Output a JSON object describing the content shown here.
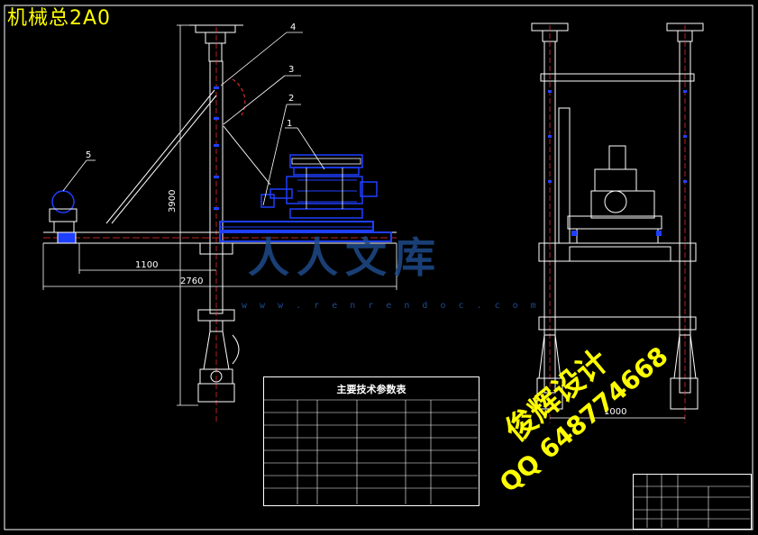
{
  "drawing_title": "机械总2A0",
  "balloons": [
    "1",
    "2",
    "3",
    "4",
    "5"
  ],
  "dimensions": {
    "height": "3900",
    "span_1100": "1100",
    "span_2760": "2760",
    "width_right": "1000"
  },
  "watermark": {
    "brand": "人人文库",
    "url": "w w w . r e n r e n d o c . c o m",
    "line1": "俊辉设计",
    "line2": "QQ 648774668"
  },
  "param_table": {
    "title": "主要技术参数表"
  },
  "colors": {
    "lines": "#ffffff",
    "highlight": "#1f3fff",
    "accent": "#ff3030",
    "title": "#ffff00",
    "watermark": "#1e4a8a"
  }
}
